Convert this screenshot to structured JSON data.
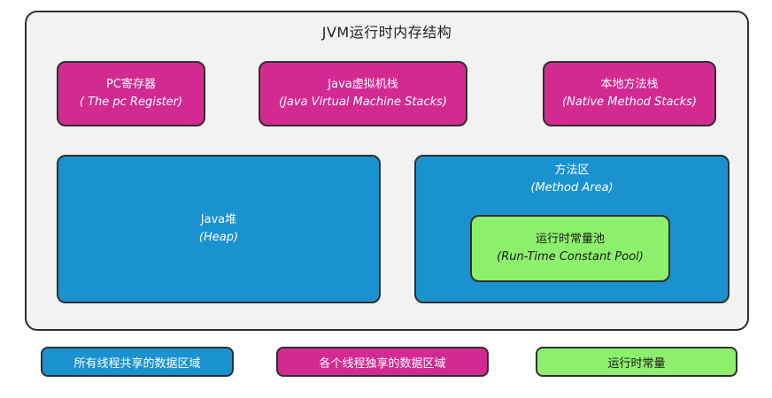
{
  "title": "JVM运行时内存结构",
  "pc_register": {
    "line1": "PC寄存器",
    "line2": "( The pc Register)"
  },
  "jvm_stacks": {
    "line1": "Java虚拟机栈",
    "line2": "(Java Virtual Machine Stacks)"
  },
  "native_stacks": {
    "line1": "本地方法栈",
    "line2": "(Native Method Stacks)"
  },
  "heap": {
    "line1": "Java堆",
    "line2": "(Heap)"
  },
  "method_area": {
    "line1": "方法区",
    "line2": "(Method Area)"
  },
  "constant_pool": {
    "line1": "运行时常量池",
    "line2": "(Run-Time Constant Pool)"
  },
  "legend": {
    "shared": "所有线程共享的数据区域",
    "isolated": "各个线程独享的数据区域",
    "runtime_constant": "运行时常量"
  },
  "colors": {
    "pink": "#d32a92",
    "blue": "#1a92cf",
    "green": "#8cf06c",
    "panel": "#f2f2f2"
  }
}
